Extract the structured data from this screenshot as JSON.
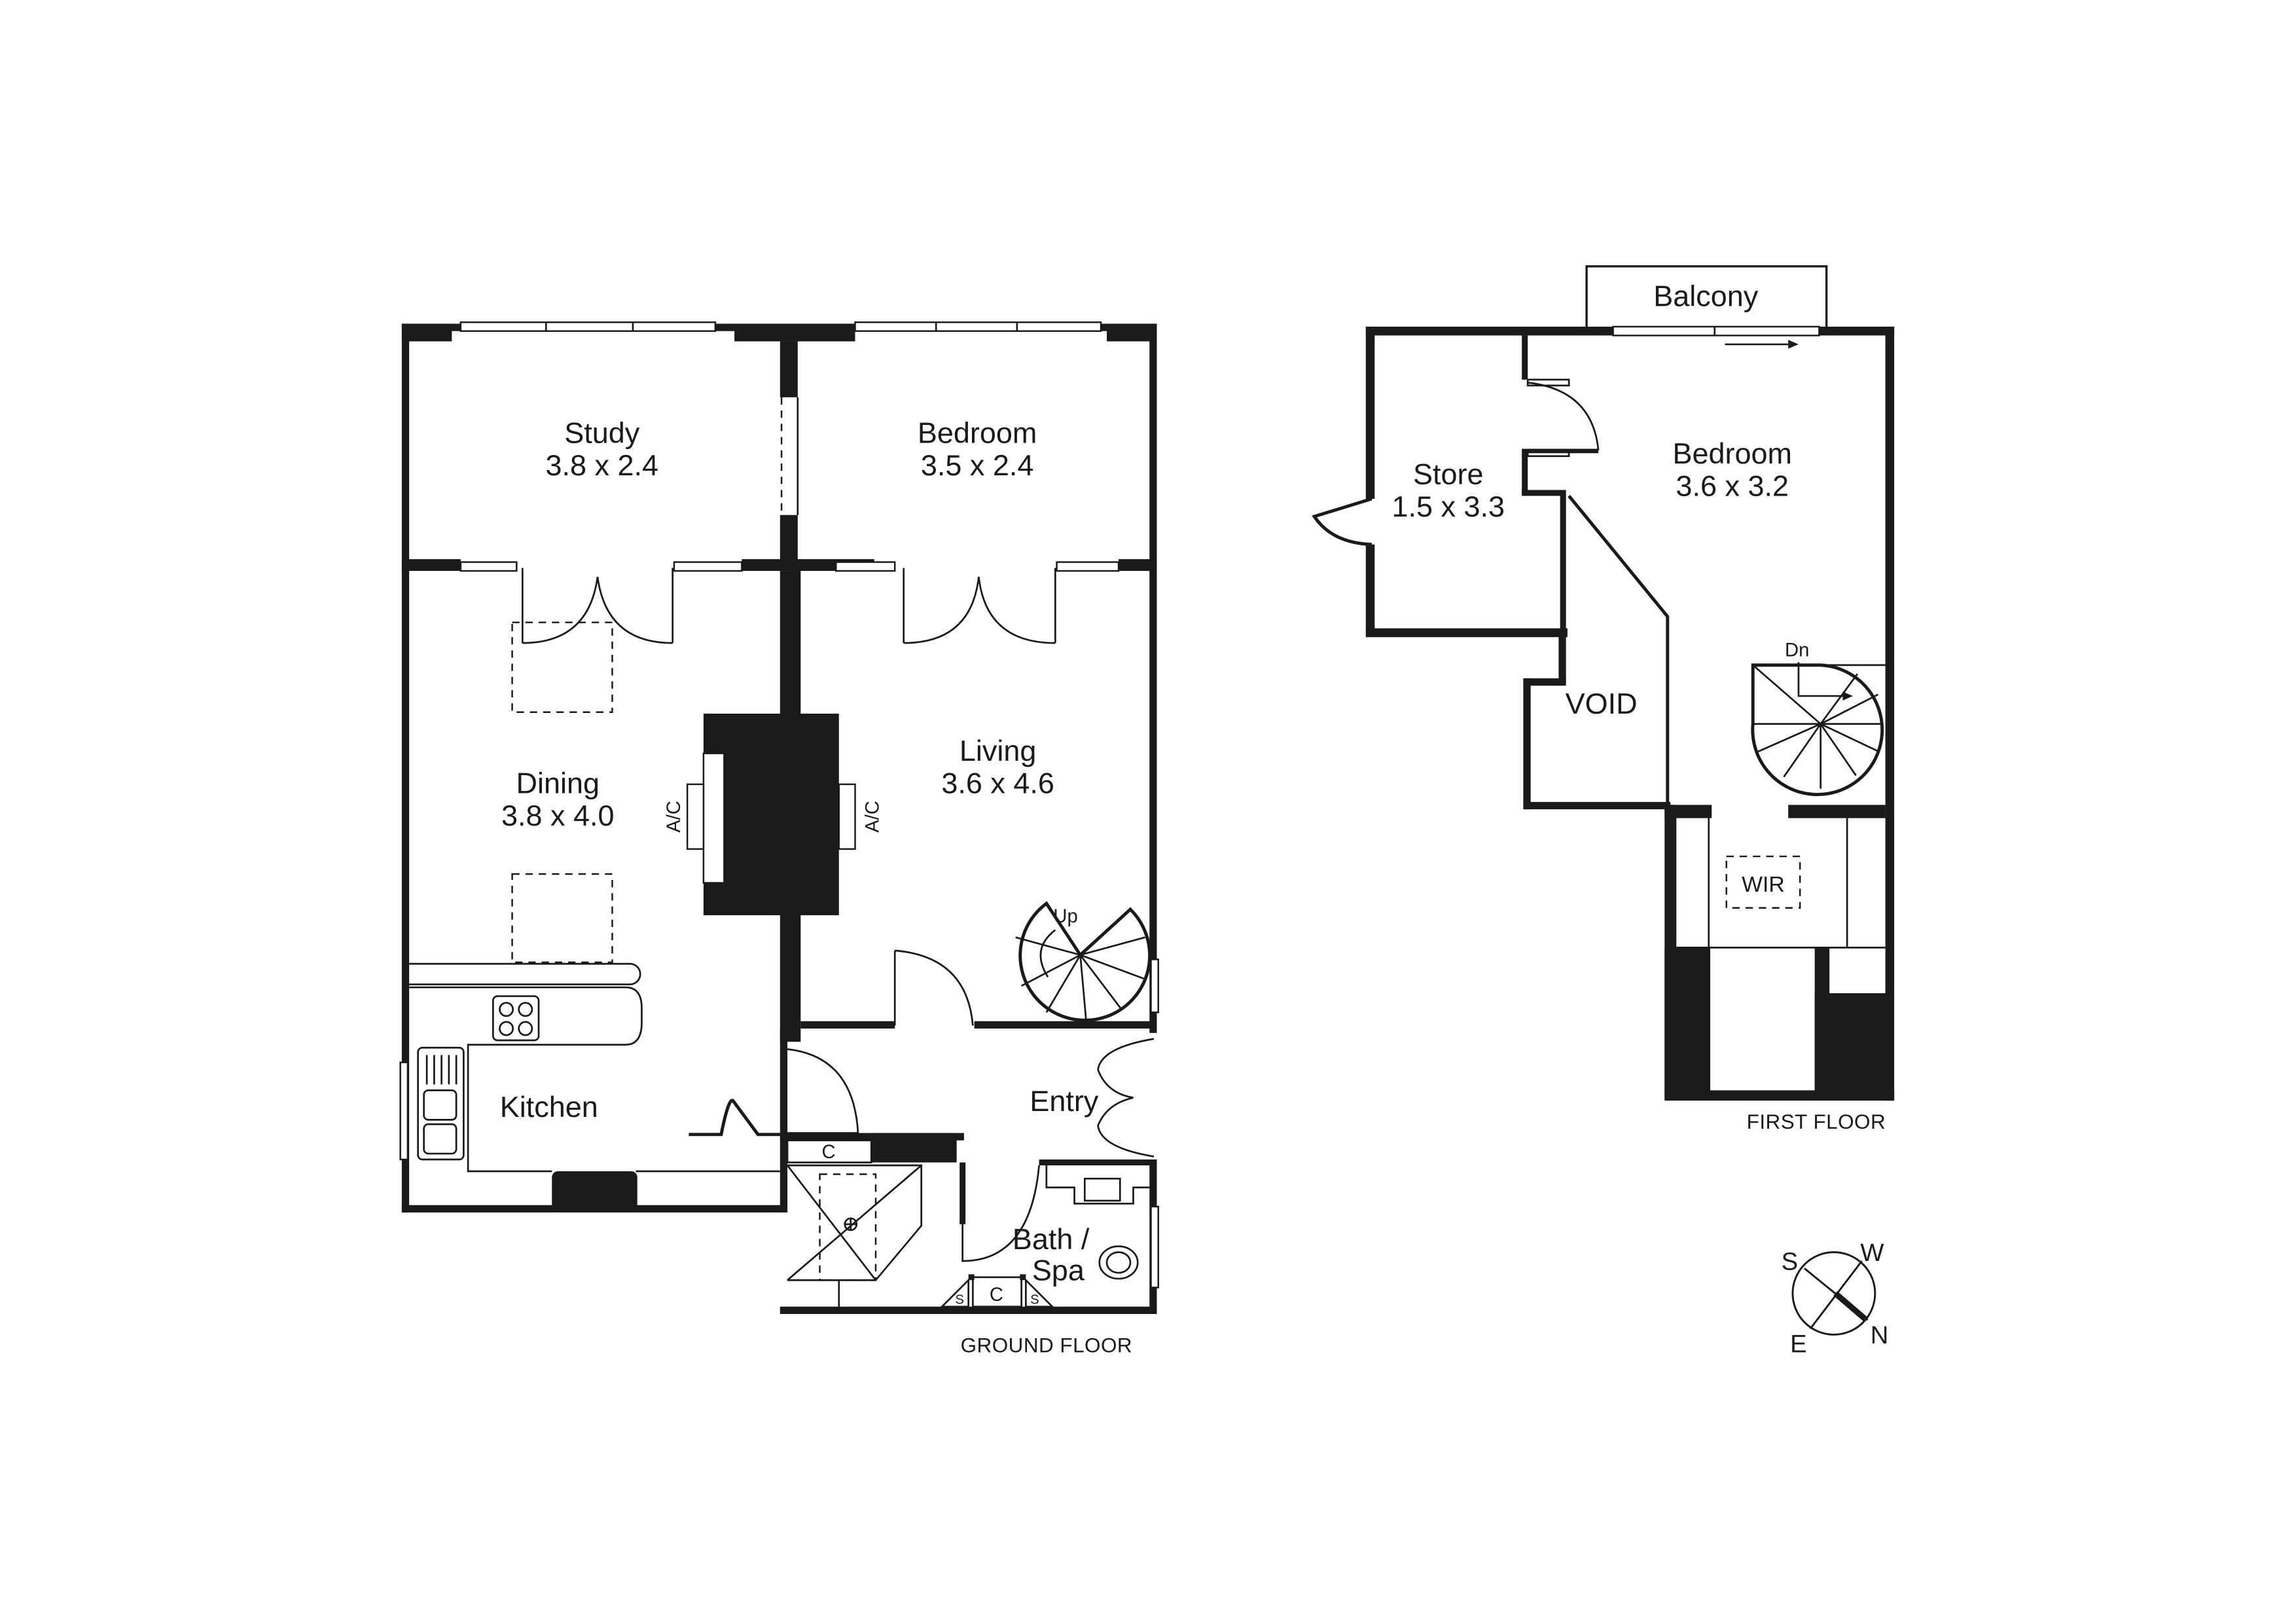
{
  "ground_floor": {
    "label": "GROUND FLOOR",
    "rooms": {
      "study": {
        "name": "Study",
        "dims": "3.8 x 2.4"
      },
      "bedroom": {
        "name": "Bedroom",
        "dims": "3.5 x 2.4"
      },
      "dining": {
        "name": "Dining",
        "dims": "3.8 x 4.0"
      },
      "living": {
        "name": "Living",
        "dims": "3.6 x 4.6"
      },
      "kitchen": {
        "name": "Kitchen"
      },
      "entry": {
        "name": "Entry"
      },
      "bath": {
        "name_line1": "Bath /",
        "name_line2": "Spa"
      }
    },
    "annotations": {
      "ac_left": "A/C",
      "ac_right": "A/C",
      "stairs_up": "Up",
      "cupboard_entry": "C",
      "cupboard_bath": "C",
      "shelf_left": "S",
      "shelf_right": "S"
    }
  },
  "first_floor": {
    "label": "FIRST FLOOR",
    "rooms": {
      "balcony": {
        "name": "Balcony"
      },
      "store": {
        "name": "Store",
        "dims": "1.5 x 3.3"
      },
      "bedroom": {
        "name": "Bedroom",
        "dims": "3.6 x 3.2"
      },
      "void": {
        "name": "VOID"
      },
      "wir": {
        "name": "WIR"
      }
    },
    "annotations": {
      "stairs_down": "Dn"
    }
  },
  "compass": {
    "north": "N",
    "south": "S",
    "east": "E",
    "west": "W"
  },
  "colors": {
    "wall": "#1a1a1a",
    "background": "#ffffff"
  }
}
